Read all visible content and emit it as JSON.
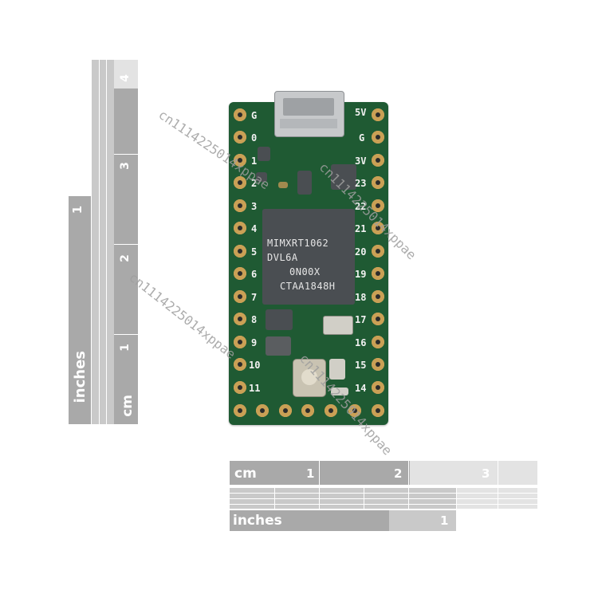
{
  "ruler_vertical": {
    "inches_label": "inches",
    "inch_marks": [
      "1"
    ],
    "cm_label": "cm",
    "cm_marks": [
      "1",
      "2",
      "3",
      "4"
    ]
  },
  "ruler_horizontal": {
    "cm_label": "cm",
    "cm_marks": [
      "1",
      "2",
      "3"
    ],
    "inches_label": "inches",
    "inch_marks": [
      "1"
    ]
  },
  "board": {
    "left_pins": [
      "G",
      "0",
      "1",
      "2",
      "3",
      "4",
      "5",
      "6",
      "7",
      "8",
      "9",
      "10",
      "11"
    ],
    "right_pins": [
      "5V",
      "G",
      "3V",
      "23",
      "22",
      "21",
      "20",
      "19",
      "18",
      "17",
      "16",
      "15",
      "14"
    ],
    "chip_lines": [
      "MIMXRT1062",
      "DVL6A",
      "0N00X",
      "CTAA1848H"
    ]
  },
  "watermark": "cn1114225014xppae"
}
